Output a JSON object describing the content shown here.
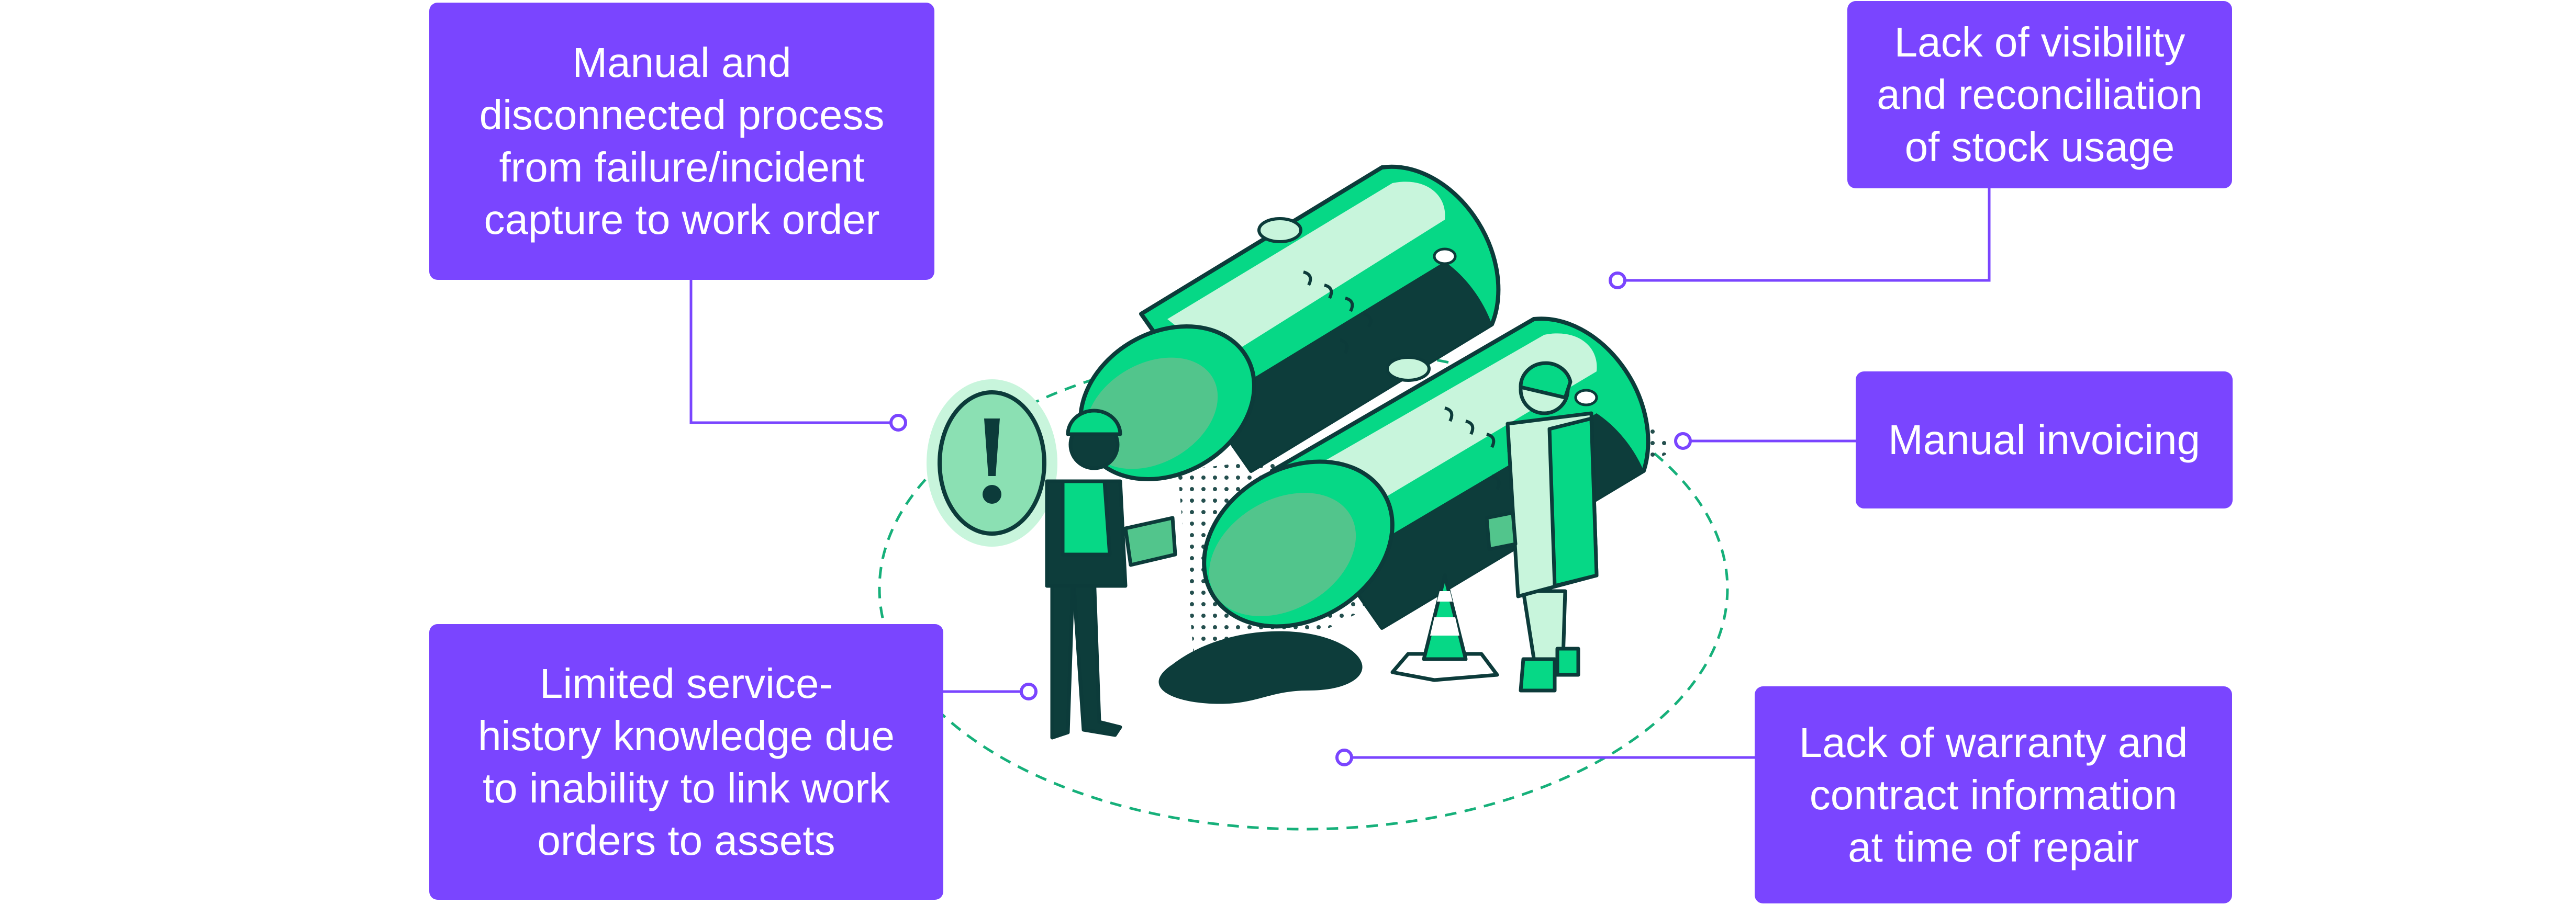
{
  "callouts": {
    "manual_process": "Manual and\ndisconnected process\nfrom failure/incident\ncapture to work order",
    "visibility": "Lack of visibility\nand reconciliation\nof stock usage",
    "invoicing": "Manual invoicing",
    "service_history": "Limited service-\nhistory knowledge due\nto inability to link work\norders to assets",
    "warranty": "Lack of warranty and\ncontract information\nat time of repair"
  },
  "colors": {
    "callout_background": "#7a45ff",
    "callout_text": "#ffffff",
    "connector": "#7a45ff",
    "tank_green": "#06d886",
    "tank_light": "#c8f5dc",
    "tank_dark": "#0d3d3b",
    "outline": "#0c3b3a",
    "dashed_orbit": "#16b07a"
  },
  "icons": {
    "alert": "exclamation-mark-icon",
    "tanks": "storage-tank-icon",
    "cone": "traffic-cone-icon",
    "workers": "technician-icon"
  }
}
